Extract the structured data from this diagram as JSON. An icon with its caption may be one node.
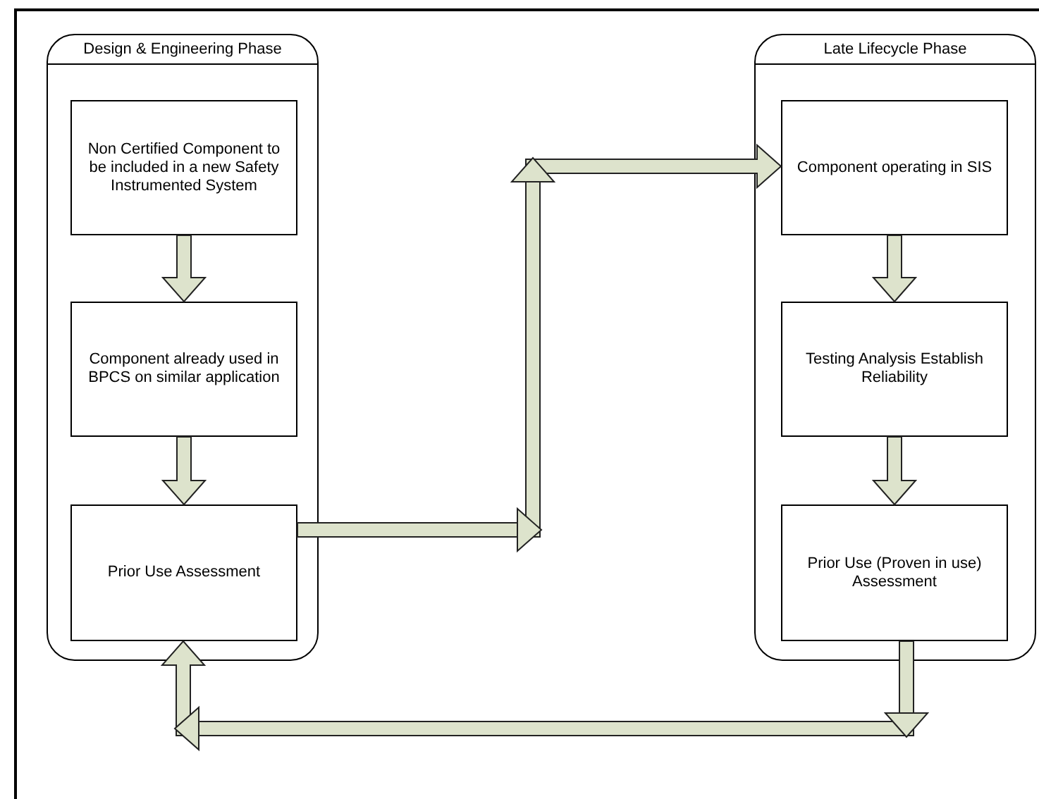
{
  "diagram": {
    "nodes": [
      {
        "text": [
          "Design & Engineering Phase"
        ]
      },
      {
        "text": [
          "Non Certified Component to be included in a new Safety Instrumented System"
        ],
        "in": 0
      },
      {
        "text": [
          "Component already used in BPCS on similar application"
        ],
        "in": 0
      },
      {
        "text": [
          "Prior Use Assessment"
        ],
        "in": 0
      },
      {
        "text": [
          "Late Lifecycle Phase"
        ]
      },
      {
        "text": [
          "Component operating in SIS"
        ],
        "in": 4
      },
      {
        "text": [
          "Testing Analysis Establish Reliability"
        ],
        "in": 4
      },
      {
        "text": [
          "Prior Use (Proven in use) Assessment"
        ],
        "in": 4
      }
    ],
    "edges": [
      {
        "from": 1,
        "to": 2,
        "arrow": "to"
      },
      {
        "from": 2,
        "to": 3,
        "arrow": "to"
      },
      {
        "from": 3,
        "to": 5,
        "arrow": "to"
      },
      {
        "from": 5,
        "to": 6,
        "arrow": "to"
      },
      {
        "from": 6,
        "to": 7,
        "arrow": "to"
      },
      {
        "from": 7,
        "to": 3,
        "arrow": "to"
      }
    ]
  }
}
